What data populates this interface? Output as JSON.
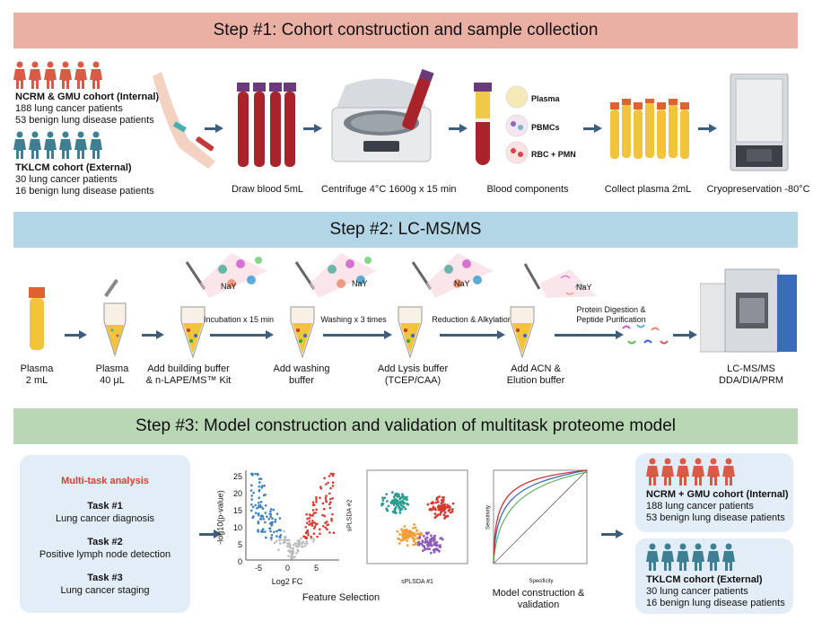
{
  "step1": {
    "title": "Step #1: Cohort construction and sample collection",
    "internal_cohort": {
      "name": "NCRM & GMU cohort (Internal)",
      "line1": "188 lung cancer patients",
      "line2": "53 benign lung disease patients"
    },
    "external_cohort": {
      "name": "TKLCM cohort (External)",
      "line1": "30 lung cancer patients",
      "line2": "16 benign lung disease patients"
    },
    "draw_blood": "Draw blood 5mL",
    "centrifuge": "Centrifuge 4°C 1600g x 15 min",
    "components": {
      "plasma": "Plasma",
      "pbmcs": "PBMCs",
      "rbc": "RBC + PMN",
      "label": "Blood components"
    },
    "collect": "Collect plasma 2mL",
    "cryo": "Cryopreservation -80°C"
  },
  "step2": {
    "title": "Step #2: LC-MS/MS",
    "plasma_2ml": {
      "l1": "Plasma",
      "l2": "2 mL"
    },
    "plasma_40ul": {
      "l1": "Plasma",
      "l2": "40 μL"
    },
    "building": {
      "l1": "Add building buffer",
      "l2": "& n-LAPE/MS™ Kit"
    },
    "incubation": "Incubation x 15 min",
    "washing_buffer": {
      "l1": "Add washing",
      "l2": "buffer"
    },
    "washing": "Washing x 3 times",
    "lysis": {
      "l1": "Add Lysis buffer",
      "l2": "(TCEP/CAA)"
    },
    "reduction": "Reduction & Alkylation",
    "acn": {
      "l1": "Add ACN &",
      "l2": "Elution buffer"
    },
    "digestion": {
      "l1": "Protein Digestion &",
      "l2": "Peptide Purification"
    },
    "nay": "NaY",
    "lcms": {
      "l1": "LC-MS/MS",
      "l2": "DDA/DIA/PRM"
    }
  },
  "step3": {
    "title": "Step #3: Model construction and validation of multitask proteome model",
    "multitask": {
      "heading": "Multi-task analysis",
      "tasks": [
        {
          "title": "Task #1",
          "desc": "Lung cancer diagnosis"
        },
        {
          "title": "Task #2",
          "desc": "Positive lymph node detection"
        },
        {
          "title": "Task #3",
          "desc": "Lung cancer staging"
        }
      ]
    },
    "volcano": {
      "ylabel": "-log10(p-value)",
      "xlabel": "Log2 FC",
      "yticks": [
        "25",
        "20",
        "15",
        "10",
        "5",
        "0"
      ],
      "xticks": [
        "-5",
        "0",
        "5"
      ]
    },
    "plsda": {
      "xlabel": "sPLSDA #1",
      "ylabel": "sPLSDA #2"
    },
    "feature_selection": "Feature Selection",
    "roc": {
      "xlabel": "Specificity",
      "ylabel": "Sensitivity"
    },
    "model": {
      "l1": "Model construction &",
      "l2": "validation"
    },
    "internal": {
      "name": "NCRM + GMU cohort (Internal)",
      "line1": "188 lung cancer patients",
      "line2": "53 benign lung disease patients"
    },
    "external": {
      "name": "TKLCM cohort (External)",
      "line1": "30 lung cancer patients",
      "line2": "16 benign lung disease patients"
    }
  },
  "colors": {
    "step1": "#eab0a4",
    "step2": "#b3d6e6",
    "step3": "#b9d6b5",
    "red_person": "#d95a45",
    "blue_person": "#3f7f93",
    "arrow": "#3d5d7d",
    "task_heading": "#d8402e"
  }
}
